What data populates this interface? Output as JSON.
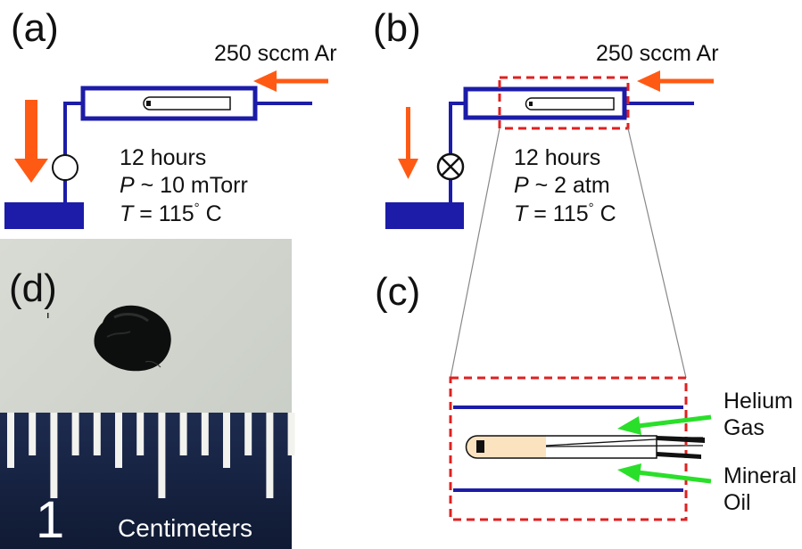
{
  "panels": {
    "a": {
      "label": "(a)",
      "flow": "250 sccm Ar",
      "duration": "12 hours",
      "pressure_var": "P",
      "pressure_val": " ~ 10 mTorr",
      "temp_var": "T",
      "temp_val": " = 115",
      "temp_deg": "°",
      "temp_unit": " C"
    },
    "b": {
      "label": "(b)",
      "flow": "250 sccm Ar",
      "duration": "12 hours",
      "pressure_var": "P",
      "pressure_val": " ~ 2 atm",
      "temp_var": "T",
      "temp_val": " = 115",
      "temp_deg": "°",
      "temp_unit": " C"
    },
    "c": {
      "label": "(c)",
      "callout_1_line_1": "Helium",
      "callout_1_line_2": "Gas",
      "callout_2_line_1": "Mineral",
      "callout_2_line_2": "Oil"
    },
    "d": {
      "label": "(d)",
      "ruler_number": "1",
      "ruler_unit": "Centimeters"
    }
  },
  "colors": {
    "tube_blue": "#1c1ca8",
    "arrow_orange": "#ff5a14",
    "arrow_green": "#2adf2a",
    "dashed_red": "#e02020",
    "oil_tan": "#fbe3c0",
    "ruler_dark": "#142040",
    "photo_bg": "#cfd3cc"
  },
  "icons": {
    "valve_open": "open-circle-icon",
    "valve_closed": "circle-x-icon"
  }
}
